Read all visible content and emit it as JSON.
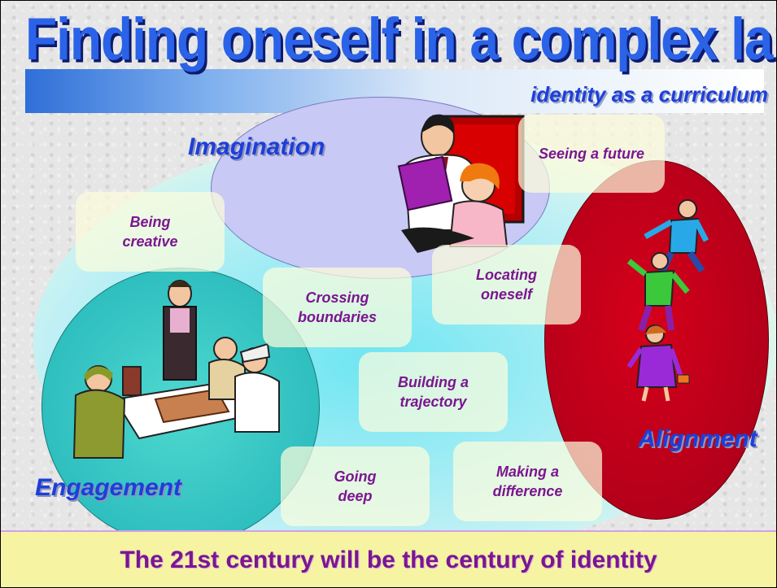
{
  "title": "Finding oneself in a complex landscape:",
  "subtitle": "identity as a curriculum",
  "labels": {
    "imagination": "Imagination",
    "engagement": "Engagement",
    "alignment": "Alignment"
  },
  "boxes": {
    "seeing_future": "Seeing a future",
    "being_creative": "Being creative",
    "locating_oneself": "Locating oneself",
    "crossing_boundaries": "Crossing boundaries",
    "building_trajectory": "Building a trajectory",
    "going_deep": "Going deep",
    "making_difference": "Making a difference"
  },
  "footer": "The 21st century will be the century of identity",
  "colors": {
    "title": "#2a63e8",
    "label": "#1d3fd8",
    "box_text": "#7b1690",
    "engagement_circle": "#2fbfbf",
    "alignment_ellipse": "#c0001a",
    "imagination_ellipse": "#c8c9f4",
    "footer_bg": "#f6f3a2"
  },
  "icons": [
    "man-reading-to-child-clipart",
    "meeting-around-table-clipart",
    "people-climbing-clipart"
  ]
}
